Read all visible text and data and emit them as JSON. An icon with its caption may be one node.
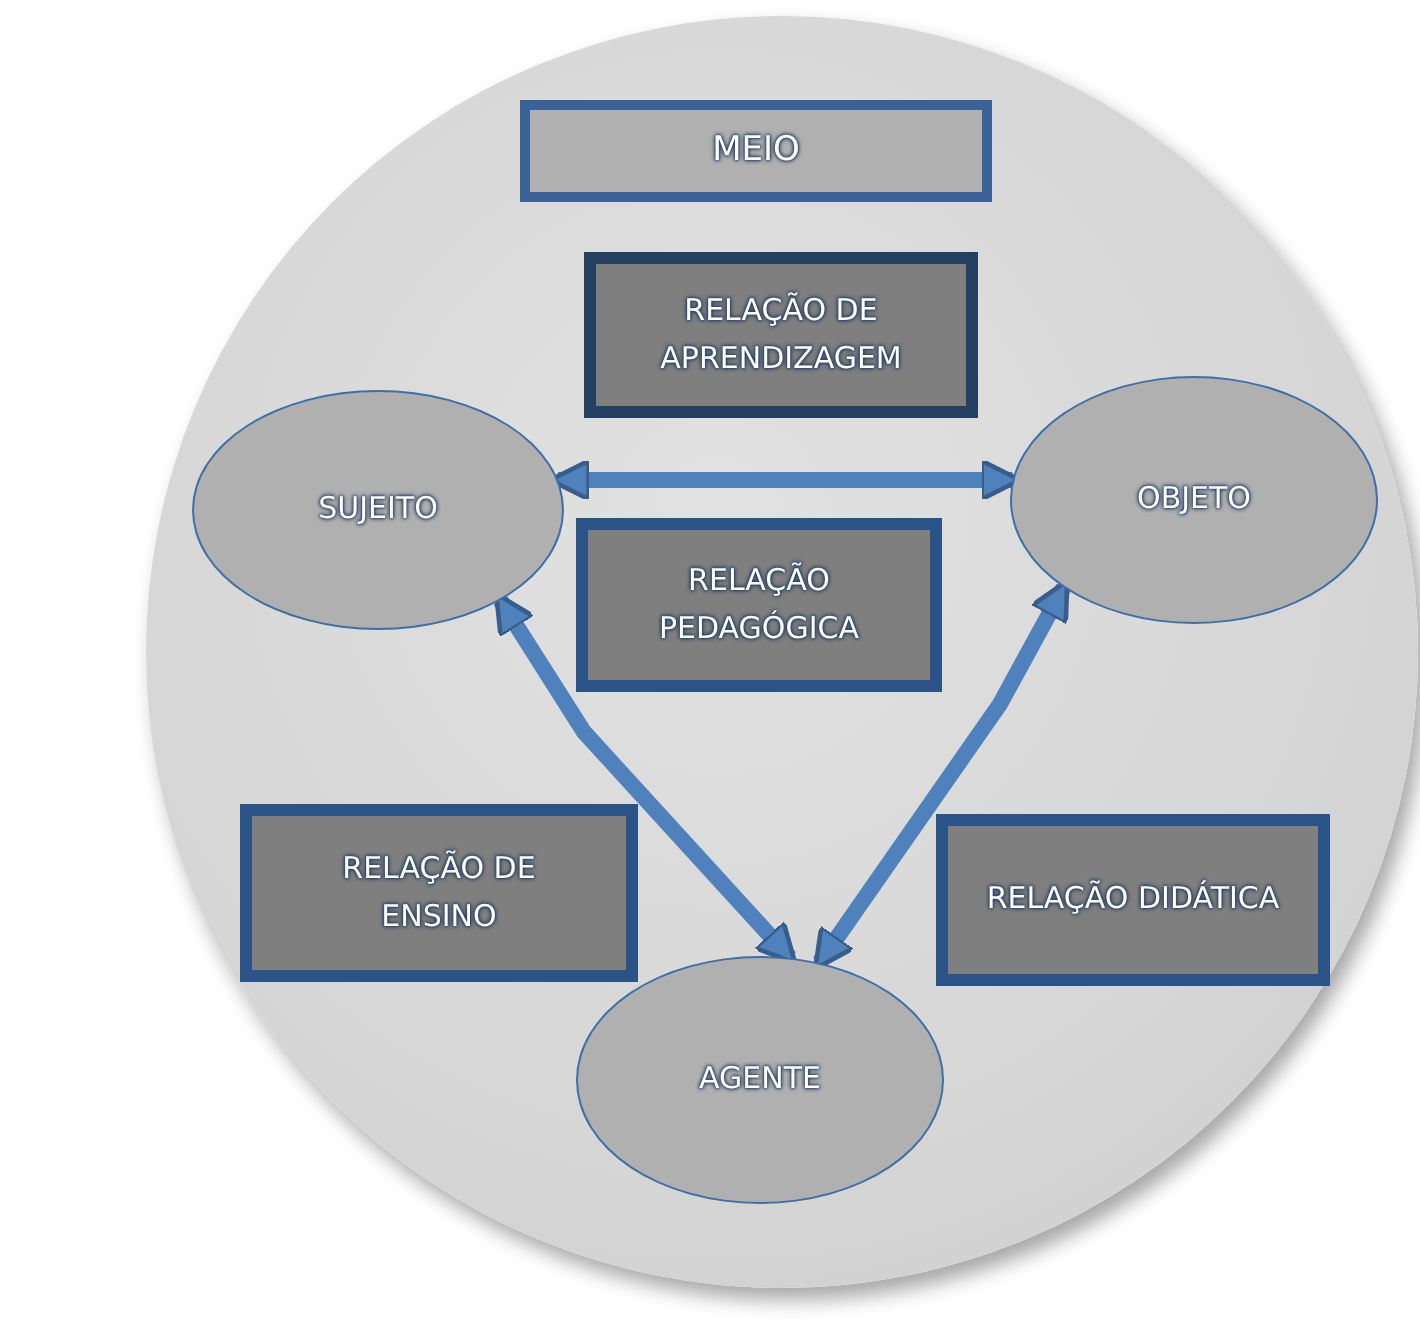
{
  "diagram": {
    "nodes": [
      {
        "text": [],
        "shape": "circle"
      },
      {
        "text": [
          "MEIO"
        ],
        "in": 0
      },
      {
        "text": [
          "RELAÇÃO DE APRENDIZAGEM"
        ],
        "in": 0
      },
      {
        "text": [
          "SUJEITO"
        ],
        "in": 0
      },
      {
        "text": [
          "OBJETO"
        ],
        "in": 0
      },
      {
        "text": [
          "RELAÇÃO PEDAGÓGICA"
        ],
        "in": 0
      },
      {
        "text": [
          "RELAÇÃO DE ENSINO"
        ],
        "in": 0
      },
      {
        "text": [
          "RELAÇÃO DIDÁTICA"
        ],
        "in": 0
      },
      {
        "text": [
          "AGENTE"
        ],
        "in": 0
      }
    ],
    "edges": [
      {
        "from": 3,
        "to": 4,
        "arrow": "both"
      },
      {
        "from": 3,
        "to": 8,
        "arrow": "both"
      },
      {
        "from": 8,
        "to": 4,
        "arrow": "both"
      }
    ]
  }
}
